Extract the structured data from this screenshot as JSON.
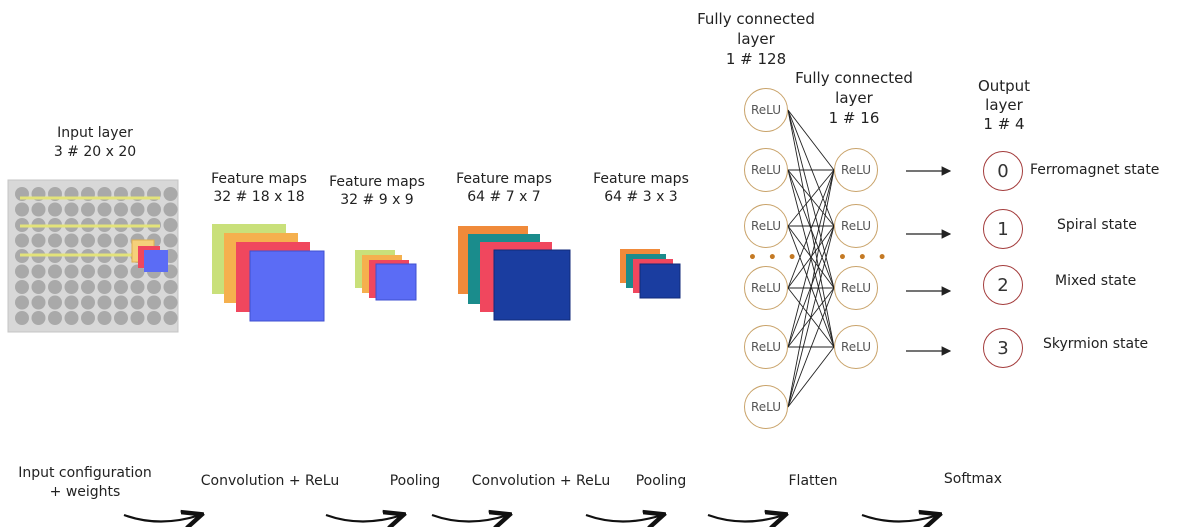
{
  "labels": {
    "input_layer_title": "Input layer",
    "input_layer_dims": "3  # 20 x 20",
    "fm1_title": "Feature maps",
    "fm1_dims": "32 # 18 x 18",
    "fm2_title": "Feature maps",
    "fm2_dims": "32 # 9 x 9",
    "fm3_title": "Feature maps",
    "fm3_dims": "64 # 7 x 7",
    "fm4_title": "Feature maps",
    "fm4_dims": "64 # 3 x 3",
    "fc1_line1": "Fully connected",
    "fc1_line2": "layer",
    "fc1_line3": "1 # 128",
    "fc2_line1": "Fully connected",
    "fc2_line2": "layer",
    "fc2_line3": "1 # 16",
    "out_line1": "Output",
    "out_line2": "layer",
    "out_line3": "1 # 4"
  },
  "neuron_label": "ReLU",
  "ellipsis": "• • •",
  "outputs": [
    {
      "index": "0",
      "state": "Ferromagnet state"
    },
    {
      "index": "1",
      "state": "Spiral state"
    },
    {
      "index": "2",
      "state": "Mixed state"
    },
    {
      "index": "3",
      "state": "Skyrmion state"
    }
  ],
  "steps": {
    "input_line1": "Input configuration",
    "input_line2": "+ weights",
    "conv1": "Convolution + ReLu",
    "pool1": "Pooling",
    "conv2": "Convolution + ReLu",
    "pool2": "Pooling",
    "flatten": "Flatten",
    "softmax": "Softmax"
  },
  "colors": {
    "map_layers": [
      "#c9e07a",
      "#f5b04e",
      "#f0475e",
      "#5b6cf5"
    ],
    "deep_layers": [
      "#f08a3a",
      "#1a8c8c",
      "#f0475e",
      "#1a3da0"
    ],
    "neuron_border": "#c9a36a",
    "output_border": "#a33b3b"
  }
}
